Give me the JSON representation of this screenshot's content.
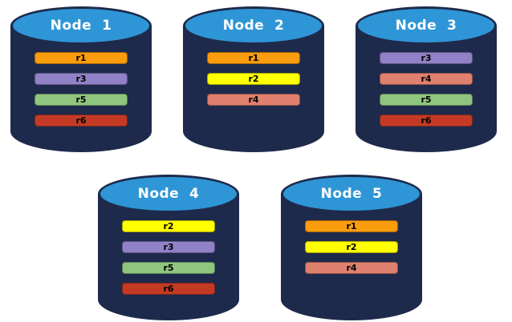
{
  "colors": {
    "background": "#ffffff",
    "cylinder_body": "#1e2a4c",
    "cylinder_top": "#2e96d6",
    "node_label_text": "#ffffff",
    "replica_label_text": "#000000",
    "replica_colors": {
      "r1": "#F99C0D",
      "r2": "#FFFF00",
      "r3": "#9182C7",
      "r4": "#E0806E",
      "r5": "#90C57F",
      "r6": "#C43B25"
    }
  },
  "nodes": [
    {
      "label": "Node  1",
      "replicas": [
        "r1",
        "r3",
        "r5",
        "r6"
      ]
    },
    {
      "label": "Node  2",
      "replicas": [
        "r1",
        "r2",
        "r4"
      ]
    },
    {
      "label": "Node  3",
      "replicas": [
        "r3",
        "r4",
        "r5",
        "r6"
      ]
    },
    {
      "label": "Node  4",
      "replicas": [
        "r2",
        "r3",
        "r5",
        "r6"
      ]
    },
    {
      "label": "Node  5",
      "replicas": [
        "r1",
        "r2",
        "r4"
      ]
    }
  ]
}
